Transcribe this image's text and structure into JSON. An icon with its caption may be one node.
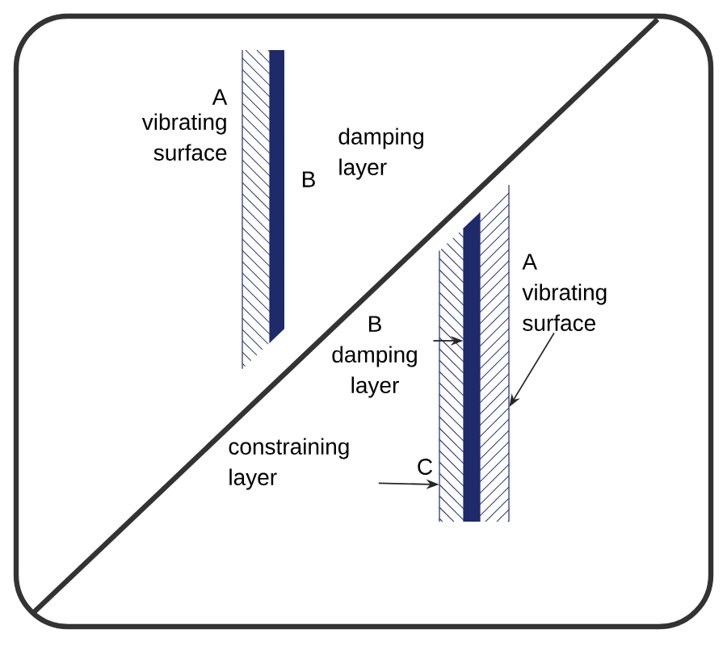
{
  "diagram": {
    "nodes": [
      {
        "text": [
          "B",
          "damping layer"
        ]
      },
      {
        "text": [
          "A",
          "vibrating surface"
        ]
      },
      {
        "text": [
          "constraining layer"
        ]
      },
      {
        "text": [],
        "shape": "bar"
      },
      {
        "text": [],
        "shape": "bar"
      },
      {
        "text": [],
        "shape": "bar"
      }
    ],
    "edges": [
      {
        "from": 0,
        "to": 3,
        "arrow": "to"
      },
      {
        "from": 1,
        "to": 4,
        "arrow": "to"
      },
      {
        "from": 2,
        "to": 5,
        "arrow": "to"
      }
    ],
    "labels": [
      "A",
      "vibrating surface",
      "B",
      "damping layer",
      "C"
    ]
  }
}
